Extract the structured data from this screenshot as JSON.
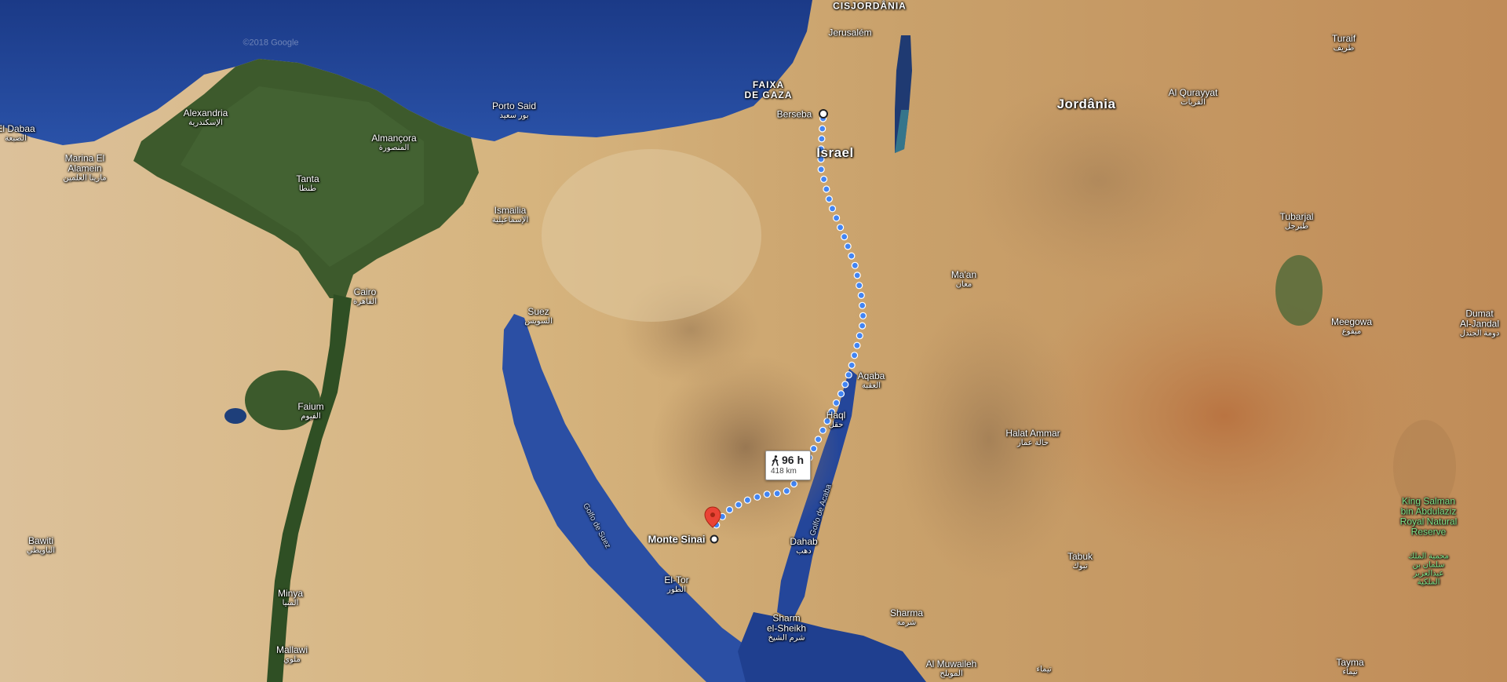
{
  "map": {
    "watermark": "©2018 Google",
    "route": {
      "duration": "96 h",
      "distance": "418 km",
      "mode_icon": "walking-person-icon",
      "origin": "Berseba",
      "destination": "Monte Sinai"
    },
    "labels": {
      "cisjordania": "CISJORDÂNIA",
      "jerusalem": "Jerusalém",
      "faixa_gaza": "FAIXA\nDE GAZA",
      "berseba": "Berseba",
      "israel": "Israel",
      "jordania": "Jordânia",
      "alexandria": "Alexandria",
      "alexandria_ar": "الإسكندرية",
      "almancora": "Almançora",
      "almancora_ar": "المنصورة",
      "porto_said": "Porto Said",
      "porto_said_ar": "بور سعيد",
      "marina": "Marina El\nAlamein",
      "marina_ar": "مارينا العلمين",
      "dabaa": "El Dabaa",
      "dabaa_ar": "الضبعة",
      "tanta": "Tanta",
      "tanta_ar": "طنطا",
      "ismailia": "Ismailia",
      "ismailia_ar": "الإسماعيلية",
      "cairo": "Cairo",
      "cairo_ar": "القاهرة",
      "suez": "Suez",
      "suez_ar": "السويس",
      "faium": "Faium",
      "faium_ar": "الفيوم",
      "aqaba": "Aqaba",
      "aqaba_ar": "العقبة",
      "haql": "Haql",
      "haql_ar": "حقل",
      "halat_ammar": "Halat Ammar",
      "halat_ammar_ar": "حالة عمار",
      "maan": "Ma'an",
      "maan_ar": "معان",
      "turaif": "Turaif",
      "turaif_ar": "طريف",
      "al_qurayyat": "Al Qurayyat",
      "al_qurayyat_ar": "القريات",
      "tubarjal": "Tubarjal",
      "tubarjal_ar": "طبرجل",
      "meegowa": "Meegowa",
      "meegowa_ar": "ميقوع",
      "dumat": "Dumat\nAl-Jandal",
      "dumat_ar": "دومة الجندل",
      "tabuk": "Tabuk",
      "tabuk_ar": "تبوك",
      "tayma": "Tayma",
      "tayma_ar": "تيماء",
      "monte_sinai": "Monte Sinai",
      "dahab": "Dahab",
      "dahab_ar": "دهب",
      "el_tor": "El-Tor",
      "el_tor_ar": "الطور",
      "sharm": "Sharm\nel-Sheikh",
      "sharm_ar": "شرم الشيخ",
      "sharma": "Sharma",
      "sharma_ar": "شرمة",
      "al_muwaileh": "Al Muwaileh",
      "al_muwaileh_ar": "المويلح",
      "minya": "Minya",
      "minya_ar": "المنيا",
      "mallawi": "Mallawi",
      "mallawi_ar": "ملوي",
      "bawiti": "Bawiti",
      "bawiti_ar": "الباويطي",
      "golfo_suez": "Golfo de Suez",
      "golfo_aqaba": "Golfo de Acaba",
      "king_salman": "King Salman\nbin Abdulaziz\nRoyal Natural\nReserve",
      "king_salman_ar": "محمية الملك\nسلمان بن\nعبدالعزيز\nالملكية",
      "tayma_small": "تيماء"
    },
    "colors": {
      "route": "#4285f4",
      "pin": "#ea4335",
      "sea": "#1d3f8f",
      "desert": "#cda468",
      "delta": "#3d5a2c"
    }
  }
}
